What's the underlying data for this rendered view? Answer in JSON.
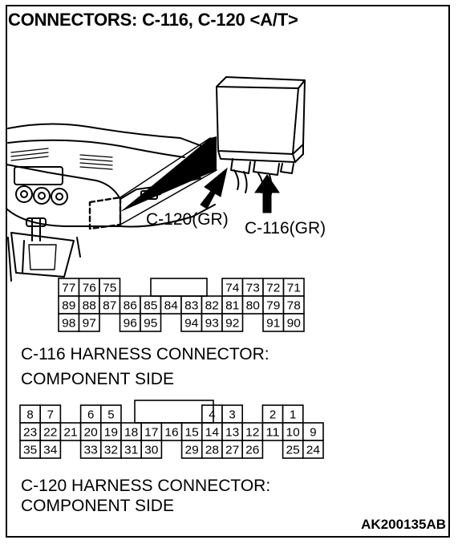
{
  "title": "CONNECTORS: C-116, C-120 <A/T>",
  "labels": {
    "c120_location": "C-120(GR)",
    "c116_location": "C-116(GR)"
  },
  "c116": {
    "caption_line1": "C-116 HARNESS CONNECTOR:",
    "caption_line2": "COMPONENT SIDE",
    "rows": [
      [
        "77",
        "76",
        "75",
        "",
        "",
        "",
        "",
        "",
        "74",
        "73",
        "72",
        "71"
      ],
      [
        "89",
        "88",
        "87",
        "86",
        "85",
        "84",
        "83",
        "82",
        "81",
        "80",
        "79",
        "78"
      ],
      [
        "98",
        "97",
        "",
        "96",
        "95",
        "",
        "94",
        "93",
        "92",
        "",
        "91",
        "90"
      ]
    ]
  },
  "c120": {
    "caption_line1": "C-120 HARNESS CONNECTOR:",
    "caption_line2": "COMPONENT SIDE",
    "rows": [
      [
        "8",
        "7",
        "",
        "6",
        "5",
        "",
        "",
        "",
        "",
        "4",
        "3",
        "",
        "2",
        "1"
      ],
      [
        "23",
        "22",
        "21",
        "20",
        "19",
        "18",
        "17",
        "16",
        "15",
        "14",
        "13",
        "12",
        "11",
        "10",
        "9"
      ],
      [
        "35",
        "34",
        "",
        "33",
        "32",
        "31",
        "30",
        "",
        "29",
        "28",
        "27",
        "26",
        "",
        "25",
        "24"
      ]
    ]
  },
  "code": "AK200135AB"
}
